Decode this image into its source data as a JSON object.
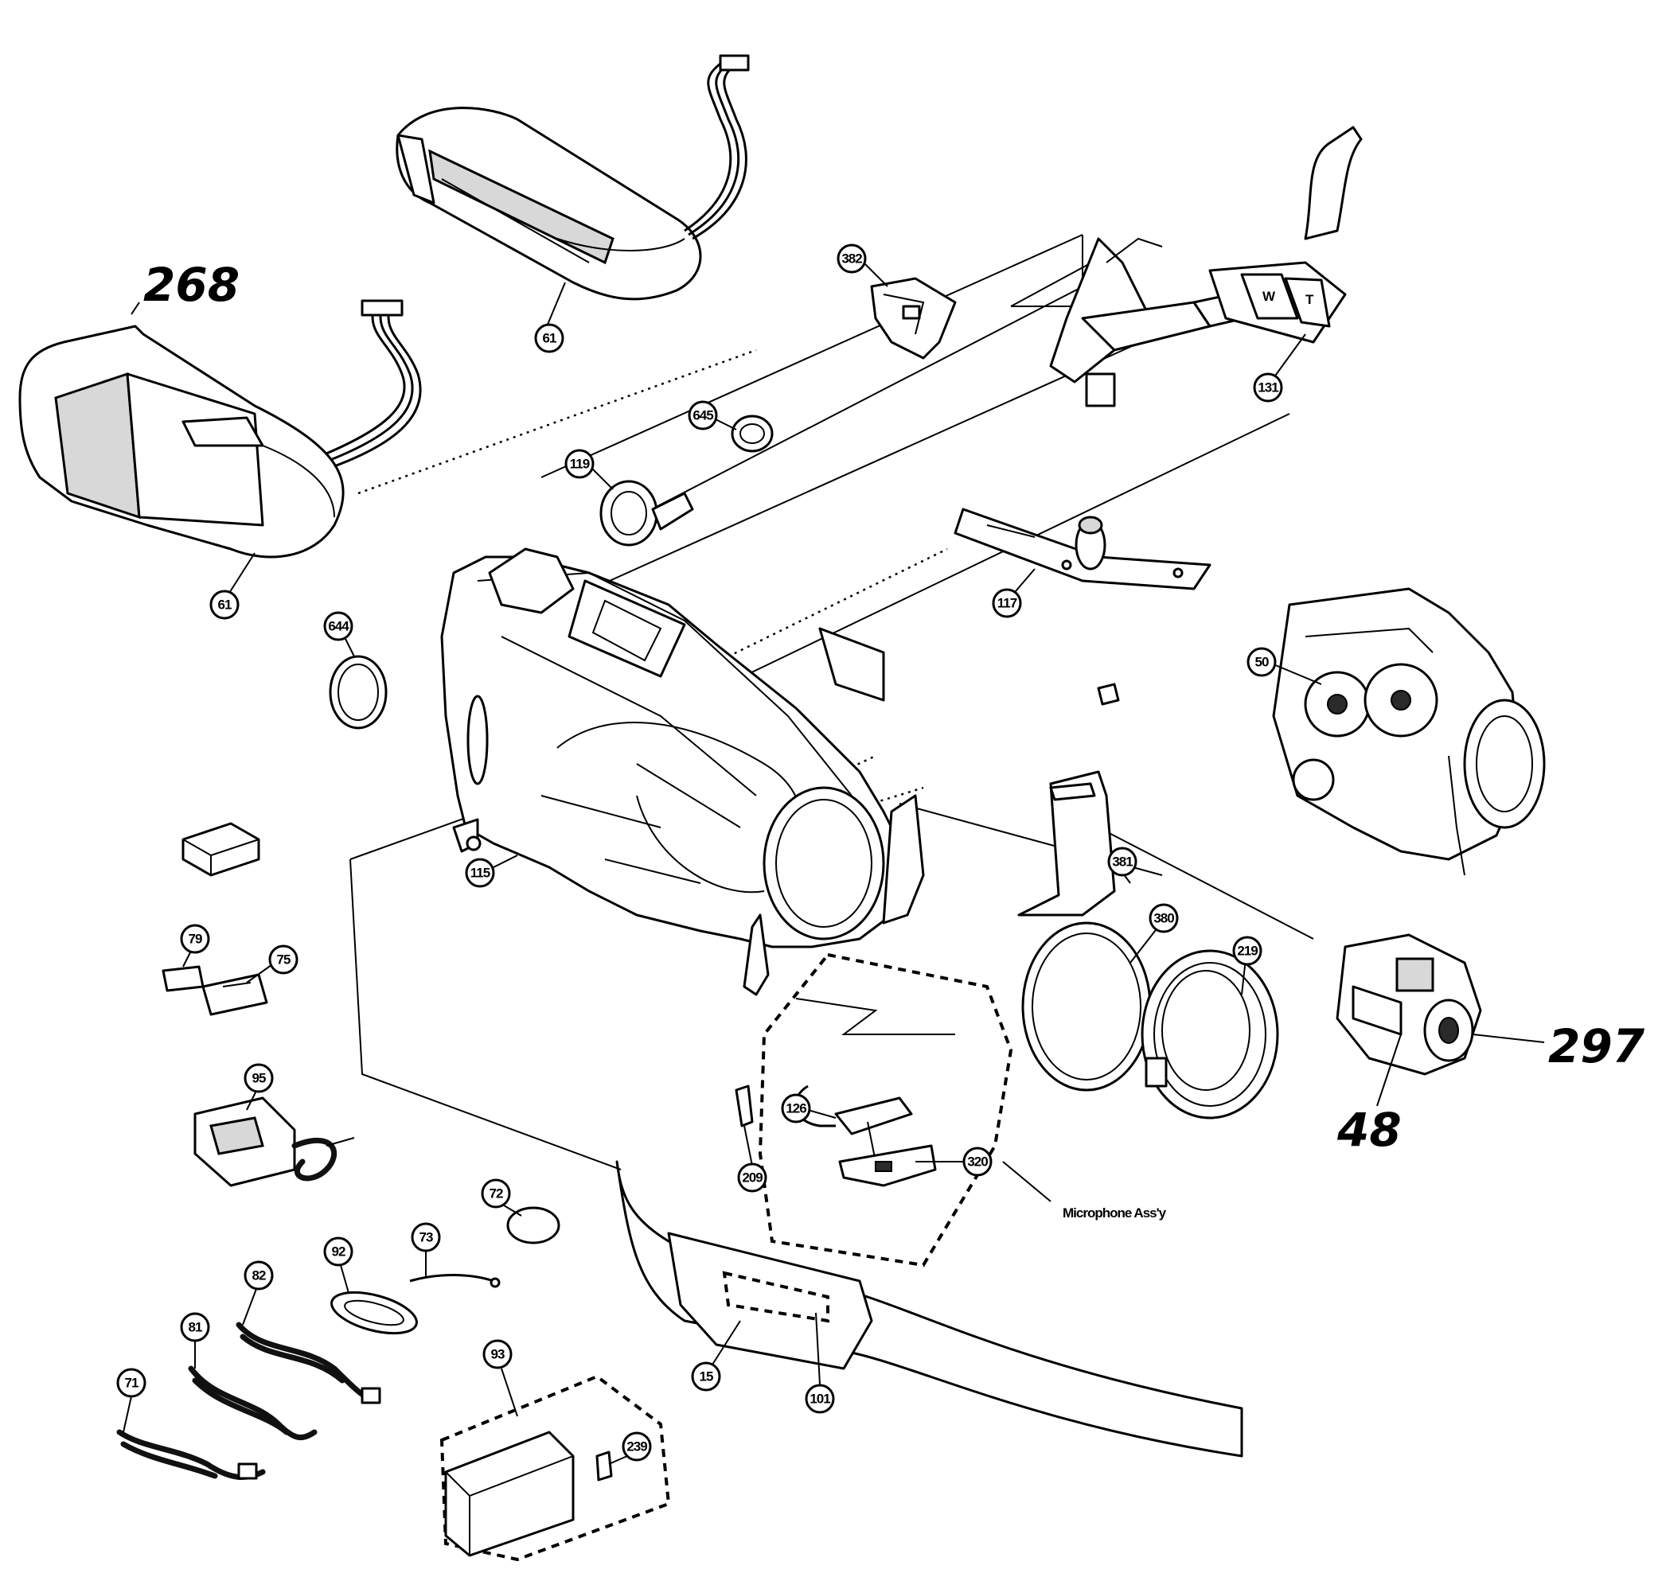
{
  "diagram": {
    "callouts": {
      "c61a": "61",
      "c61b": "61",
      "c382": "382",
      "c645": "645",
      "c119": "119",
      "c644": "644",
      "c117": "117",
      "c131": "131",
      "c50": "50",
      "c115": "115",
      "c381": "381",
      "c79": "79",
      "c75": "75",
      "c380": "380",
      "c219": "219",
      "c95": "95",
      "c126": "126",
      "c209": "209",
      "c320": "320",
      "c72": "72",
      "c73": "73",
      "c92": "92",
      "c82": "82",
      "c81": "81",
      "c71": "71",
      "c93": "93",
      "c239": "239",
      "c15": "15",
      "c101": "101"
    },
    "handwritten": {
      "h268": "268",
      "h297": "297",
      "h48": "48"
    },
    "notes": {
      "microphone_assy": "Microphone Ass'y"
    },
    "switch_labels": {
      "w": "W",
      "t": "T"
    }
  }
}
